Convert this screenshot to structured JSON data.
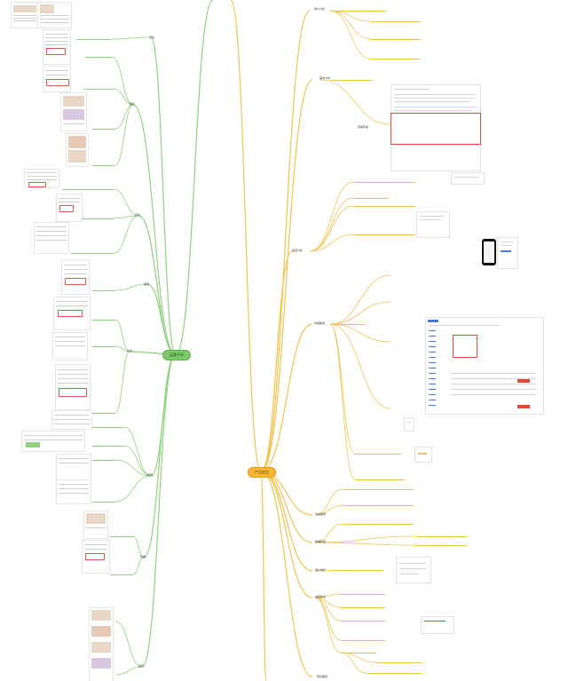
{
  "roots": {
    "left_label": "运营平台",
    "right_label": "产品定位"
  },
  "colors": {
    "left_branch": "#8fd07c",
    "right_branch": "#f2c24d",
    "highlight": "#e24b3b",
    "link_blue": "#4a7bd6"
  },
  "left_branches": [
    "平台",
    "目标",
    "定位",
    "渠道",
    "平台",
    "矩阵",
    "内容",
    "运营"
  ],
  "right_branches": [
    "用户分析",
    "需求分析",
    "营销手段",
    "渠道分析",
    "内容策划",
    "活动运营",
    "数据复盘",
    "用户增长",
    "品牌建设",
    "转化路径"
  ],
  "icons": [
    "link-icon",
    "image-icon"
  ]
}
